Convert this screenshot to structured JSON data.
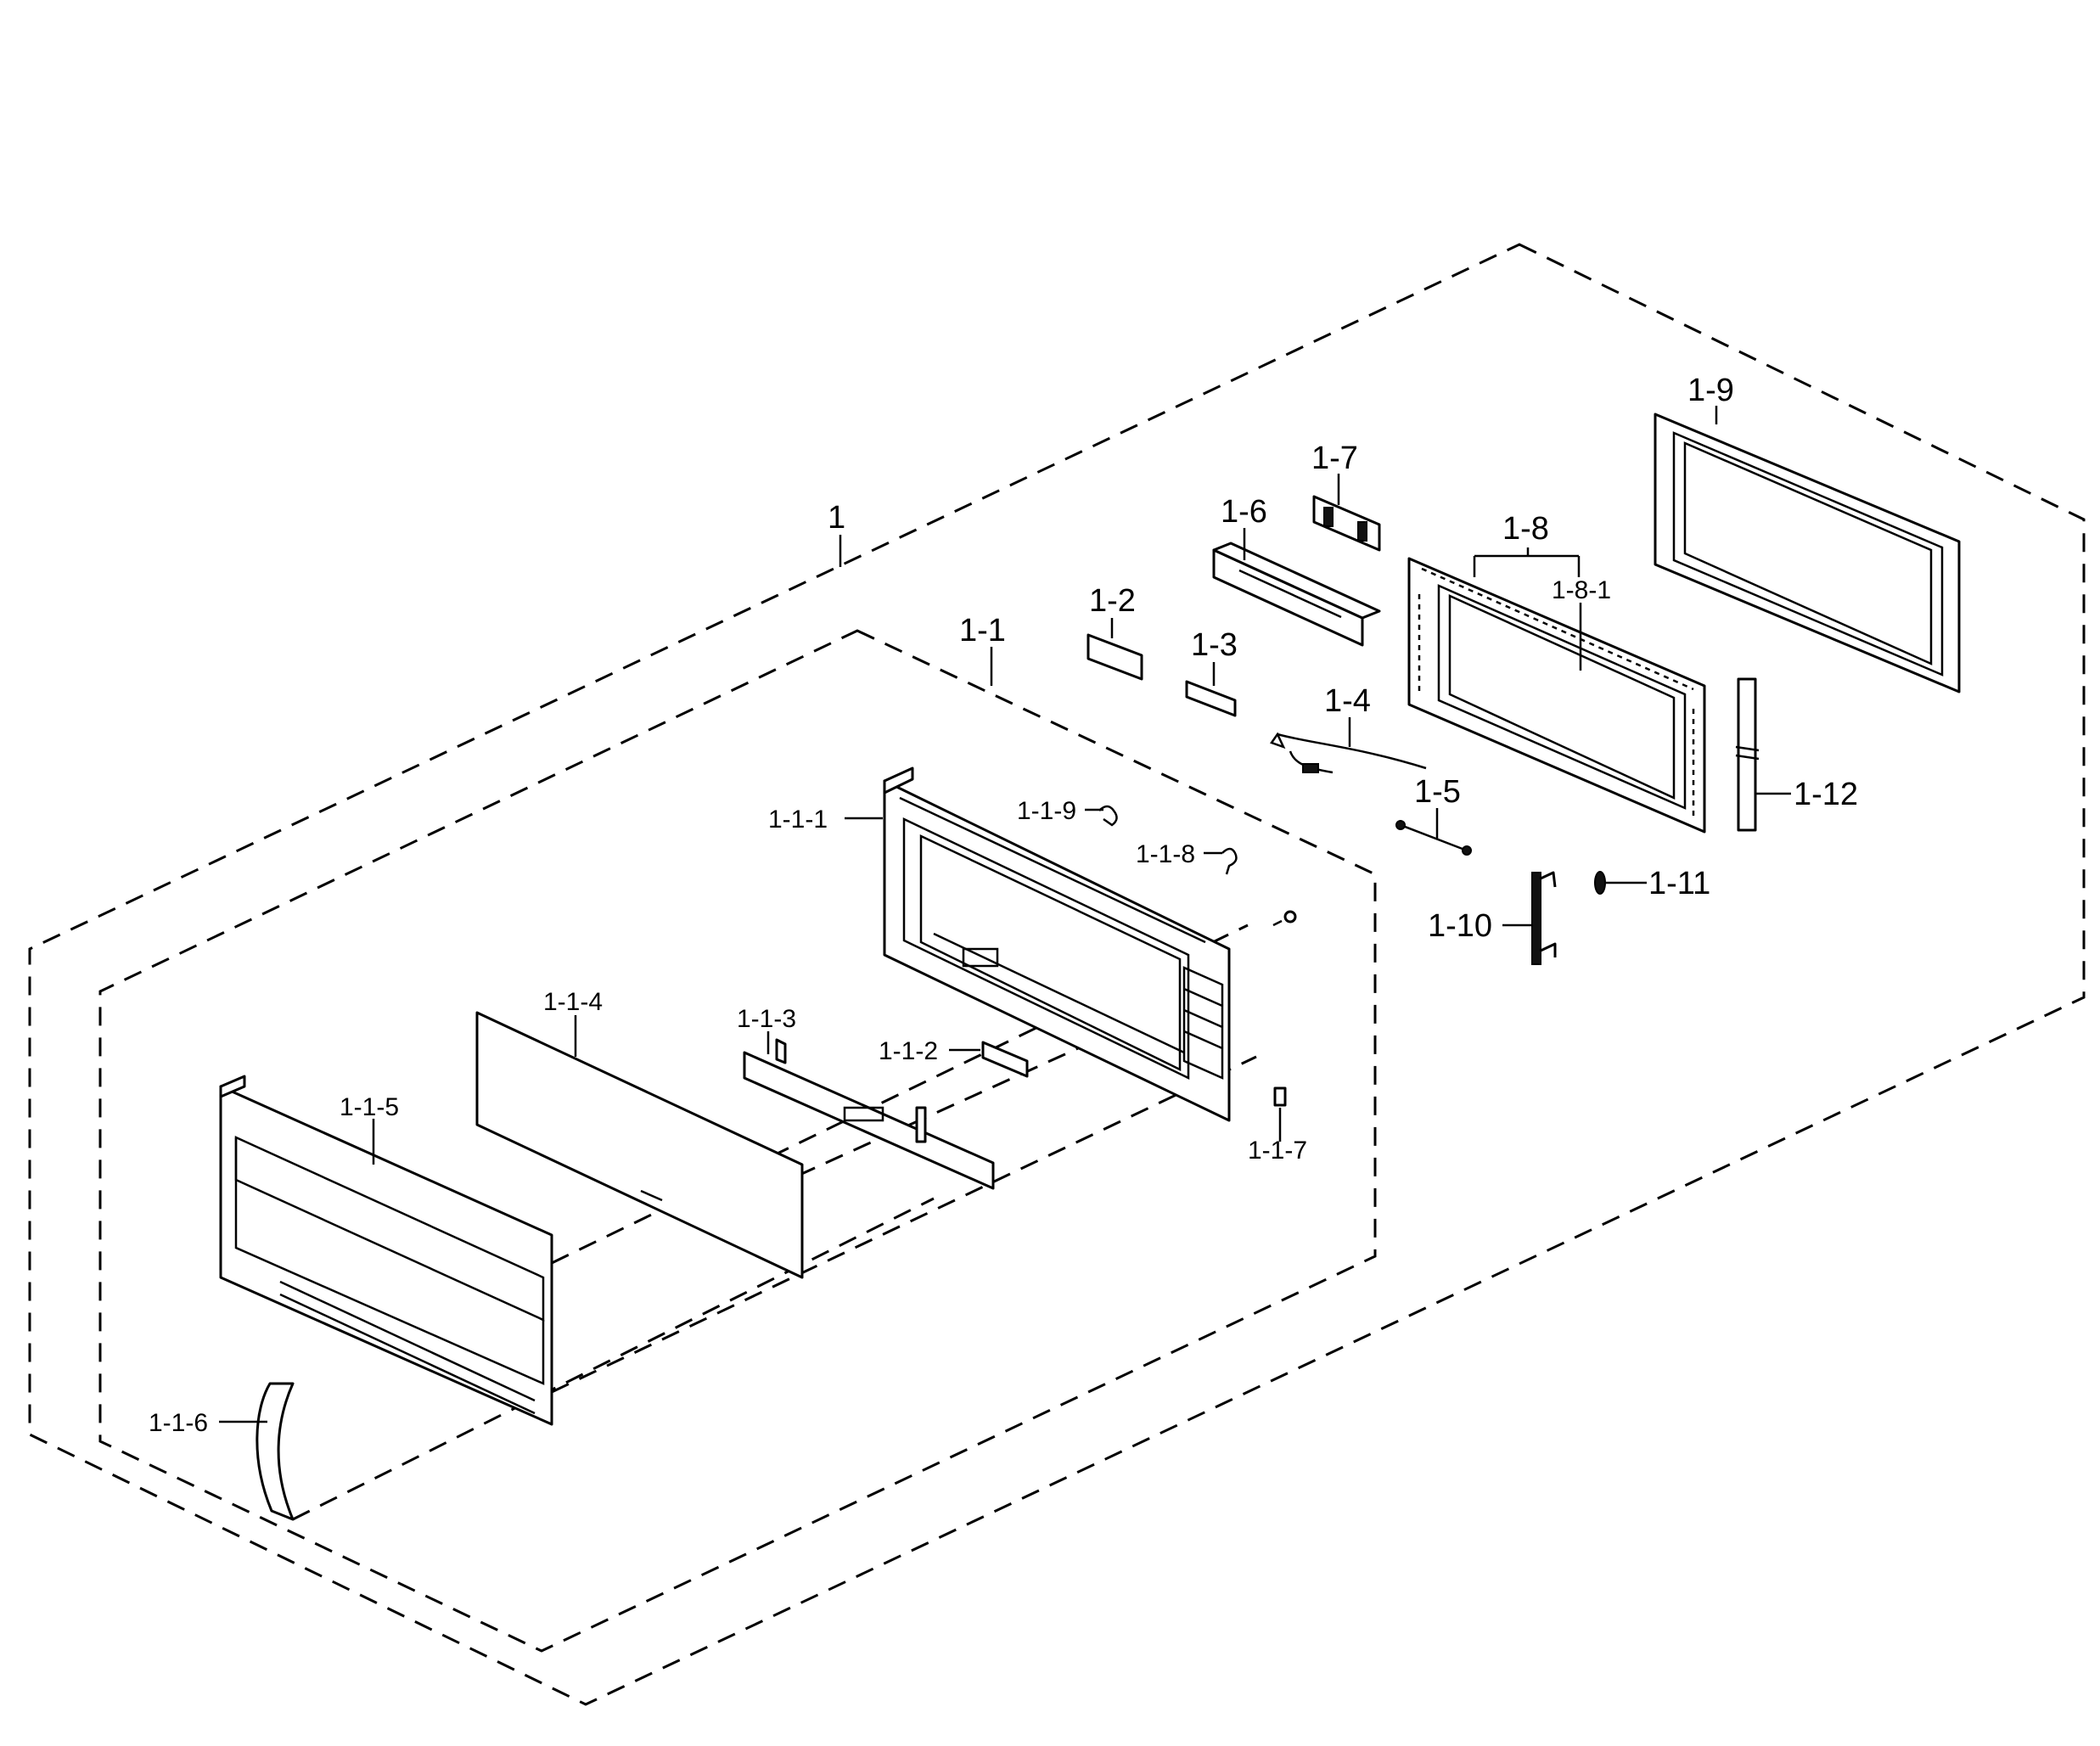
{
  "labels": {
    "p1": "1",
    "p1_1": "1-1",
    "p1_1_1": "1-1-1",
    "p1_1_2": "1-1-2",
    "p1_1_3": "1-1-3",
    "p1_1_4": "1-1-4",
    "p1_1_5": "1-1-5",
    "p1_1_6": "1-1-6",
    "p1_1_7": "1-1-7",
    "p1_1_8": "1-1-8",
    "p1_1_9": "1-1-9",
    "p1_2": "1-2",
    "p1_3": "1-3",
    "p1_4": "1-4",
    "p1_5": "1-5",
    "p1_6": "1-6",
    "p1_7": "1-7",
    "p1_8": "1-8",
    "p1_8_1": "1-8-1",
    "p1_9": "1-9",
    "p1_10": "1-10",
    "p1_11": "1-11",
    "p1_12": "1-12"
  }
}
